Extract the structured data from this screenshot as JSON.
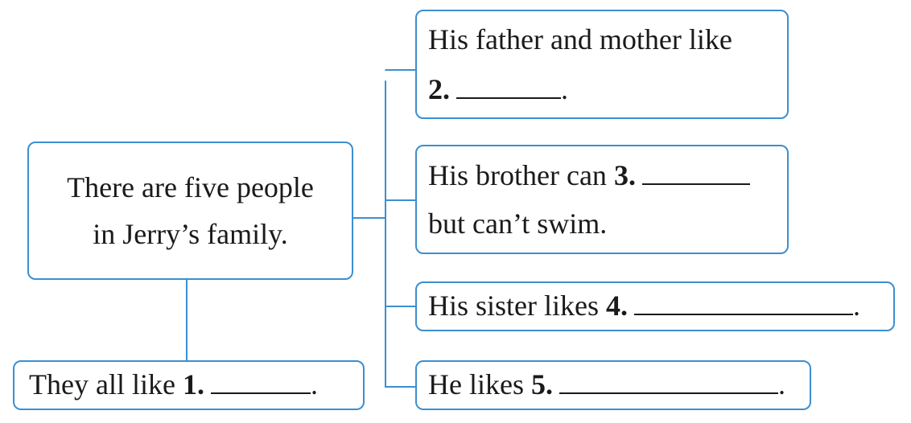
{
  "center": {
    "line1": "There are five people",
    "line2": "in Jerry’s family."
  },
  "item1": {
    "prefix": "They all like",
    "num": "1.",
    "suffix": "."
  },
  "item2": {
    "line1": "His father and mother like",
    "num": "2.",
    "suffix": "."
  },
  "item3": {
    "prefix": "His brother can",
    "num": "3.",
    "line2": "but can’t swim."
  },
  "item4": {
    "prefix": "His sister likes",
    "num": "4.",
    "suffix": "."
  },
  "item5": {
    "prefix": "He likes",
    "num": "5.",
    "suffix": "."
  },
  "colors": {
    "border": "#3b8fd1",
    "text": "#1a1a1a"
  }
}
